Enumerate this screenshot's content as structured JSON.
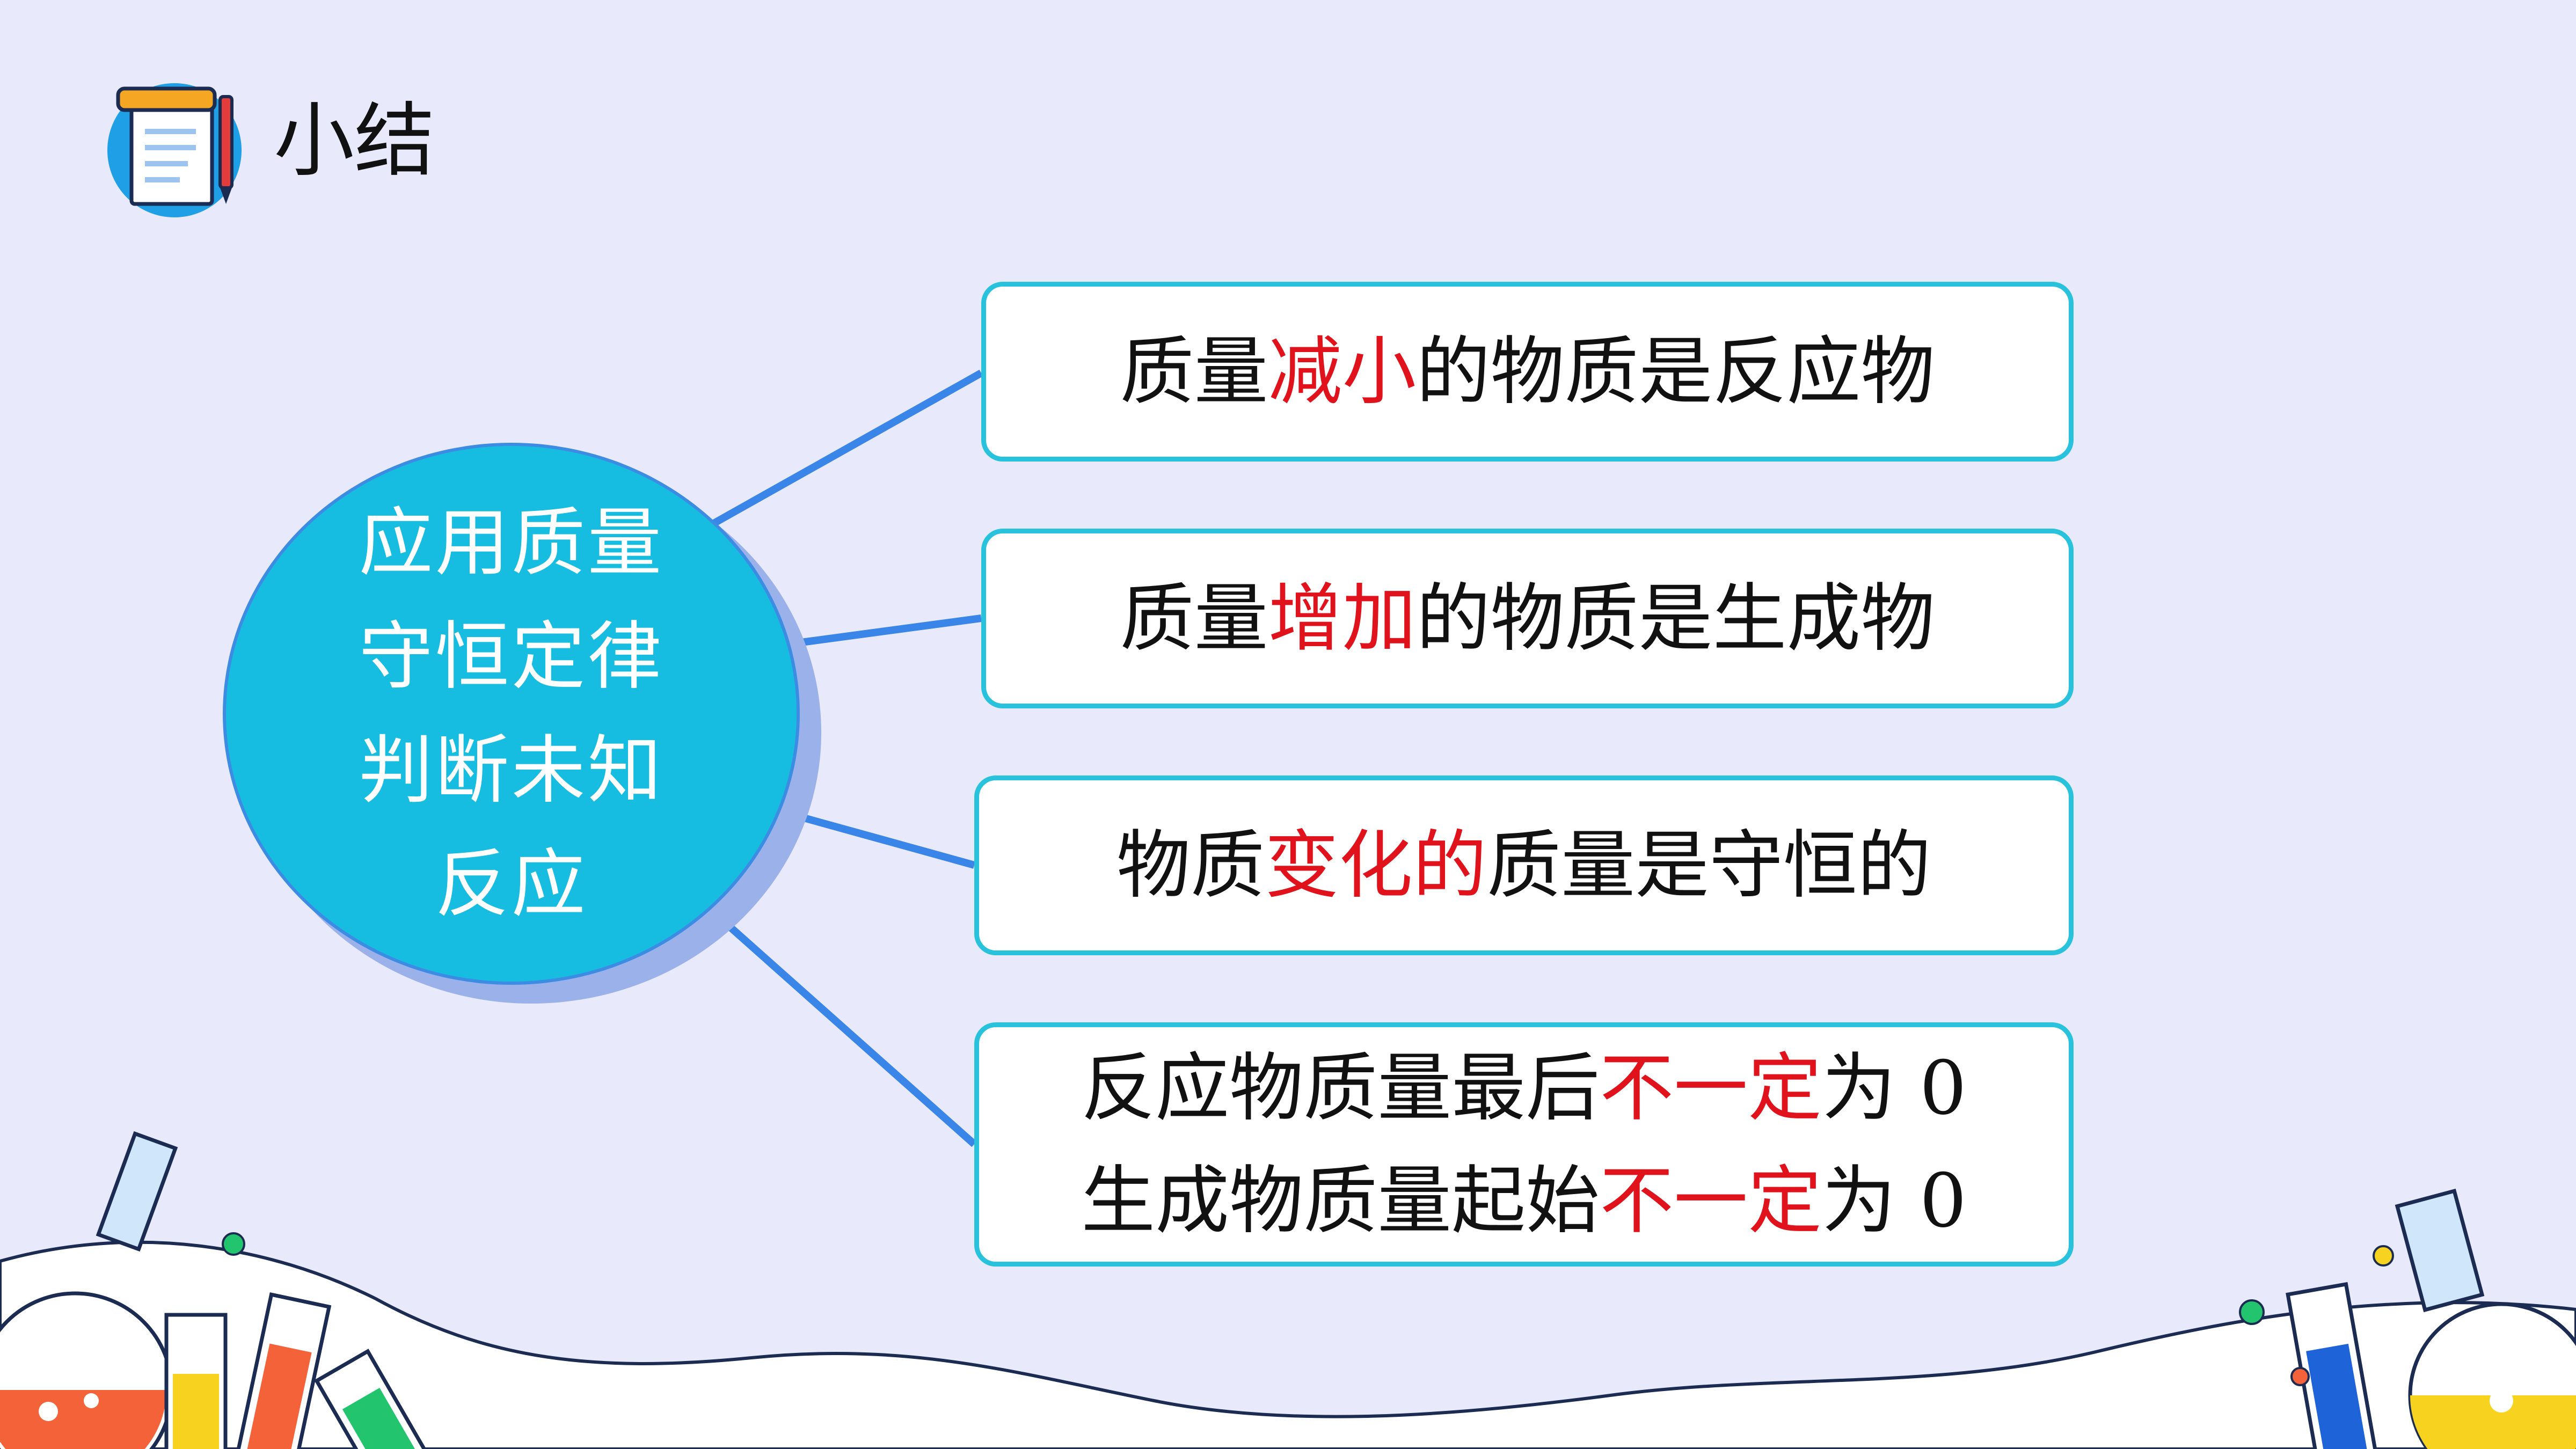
{
  "header": {
    "title": "小结",
    "icon": "notepad-icon"
  },
  "hub": {
    "lines": [
      "应用质量",
      "守恒定律",
      "判断未知",
      "反应"
    ]
  },
  "boxes": [
    {
      "before": "质量",
      "highlight": "减小",
      "after": "的物质是反应物"
    },
    {
      "before": "质量",
      "highlight": "增加",
      "after": "的物质是生成物"
    },
    {
      "before": "物质",
      "highlight": "变化的",
      "after": "质量是守恒的"
    },
    {
      "line1": {
        "before": "反应物质量最后",
        "highlight": "不一定",
        "after": "为 0"
      },
      "line2": {
        "before": "生成物质量起始",
        "highlight": "不一定",
        "after": "为 0"
      }
    }
  ],
  "colors": {
    "background": "#e8e9fb",
    "hub_fill": "#17bde0",
    "connector": "#3a86e8",
    "box_border": "#28c2dc",
    "highlight": "#e0121c"
  },
  "decorations": [
    "lab-glassware-left-icon",
    "lab-glassware-right-icon",
    "cloud-bottom-icon"
  ]
}
